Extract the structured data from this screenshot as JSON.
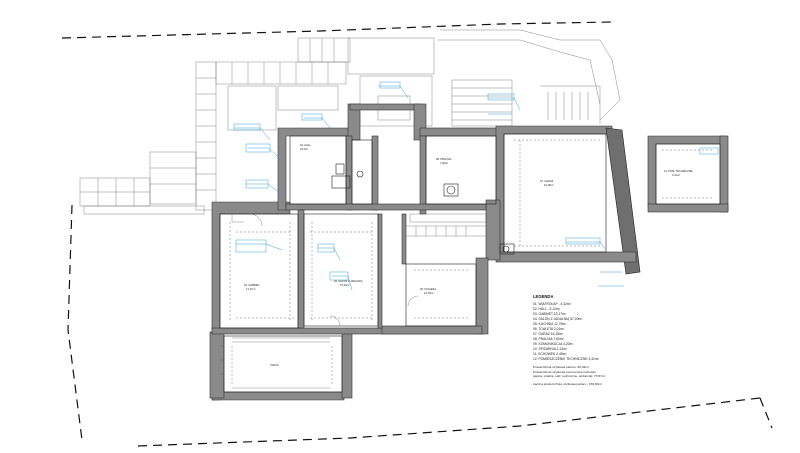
{
  "legend": {
    "title": "LEGENDA",
    "items": [
      "01. WIATROŁAP - 4,32m²",
      "02. HALL - 9,12m²",
      "03. GABINET 13,17m²",
      "04. SALON Z JADALNIĄ 57,20m²",
      "05. KUCHNIA 12,79m²",
      "06. TOALETA 2,01m²",
      "07. GARAŻ 16,18m²",
      "08. PRALNIA 7,60m²",
      "09. KOMUNIKACJA 4,20m²",
      "10. SPIŻARNIA 2,13m²",
      "11. SCHOWEK 2,45m²",
      "12. POMIESZCZENIE TECHNICZNE 3,41m²"
    ],
    "sums": [
      "Powierzchnia użytkowa parteru: 86,33m²",
      "Powierzchnia użytkowa pomocnicza (schowki,",
      "garaże, pralnia, spiż, techniczne, spiżarnia): 73,57m²",
      "Łączna powierzchnia użytkowa parteru : 159,90m²"
    ]
  },
  "rooms": [
    {
      "key": "salon",
      "label": "04. SALON Z JADALNIĄ",
      "sub": "57,20m²"
    },
    {
      "key": "garaz",
      "label": "07. GARAŻ",
      "sub": "16,18m²"
    },
    {
      "key": "kuchnia",
      "label": "05. KUCHNIA",
      "sub": "12,79m²"
    },
    {
      "key": "gabinet",
      "label": "03. GABINET",
      "sub": "13,17m²"
    },
    {
      "key": "taras",
      "label": "TARAS",
      "sub": ""
    },
    {
      "key": "pralnia",
      "label": "08. PRALNIA",
      "sub": "7,60m²"
    },
    {
      "key": "hall",
      "label": "02. HALL",
      "sub": "9,12m²"
    },
    {
      "key": "technik",
      "label": "12. POM. TECHNICZNE",
      "sub": "3,41m²"
    }
  ]
}
